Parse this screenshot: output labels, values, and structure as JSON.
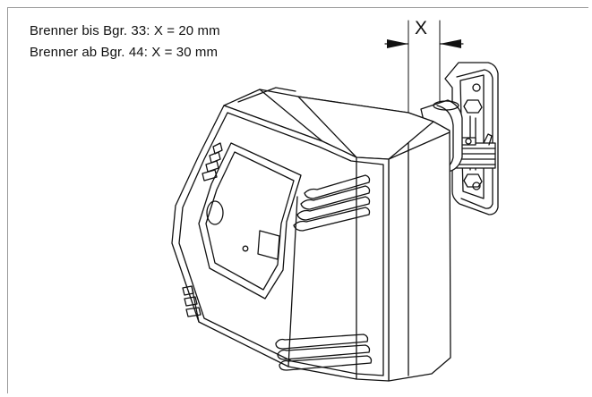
{
  "labels": {
    "line_1": "Brenner bis Bgr. 33:  X = 20 mm",
    "line_2": "Brenner ab Bgr. 44:  X = 30 mm",
    "dimension": "X"
  },
  "colors": {
    "line": "#111111",
    "frame": "#9a9a9a",
    "background": "#ffffff"
  }
}
